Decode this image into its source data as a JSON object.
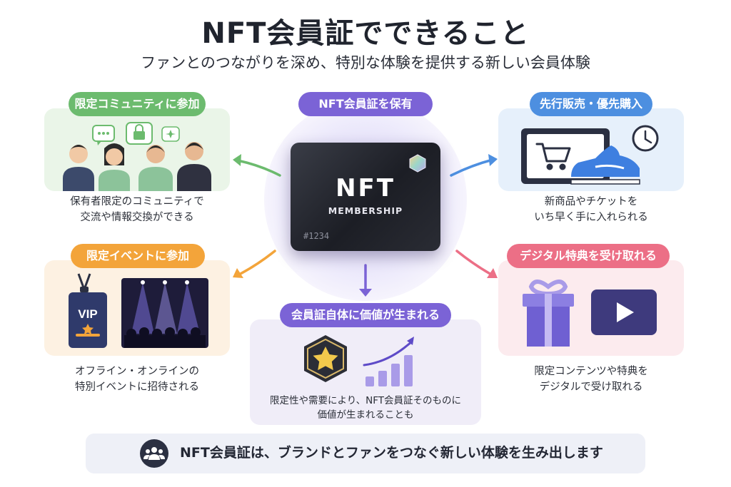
{
  "header": {
    "title": "NFT会員証でできること",
    "subtitle": "ファンとのつながりを深め、特別な体験を提供する新しい会員体験"
  },
  "center": {
    "pill": "NFT会員証を保有",
    "card_title": "NFT",
    "card_subtitle": "MEMBERSHIP",
    "card_number": "#1234"
  },
  "features": {
    "community": {
      "label": "限定コミュニティに参加",
      "desc_line1": "保有者限定のコミュニティで",
      "desc_line2": "交流や情報交換ができる"
    },
    "presale": {
      "label": "先行販売・優先購入",
      "desc_line1": "新商品やチケットを",
      "desc_line2": "いち早く手に入れられる"
    },
    "event": {
      "label": "限定イベントに参加",
      "badge_text": "VIP",
      "desc_line1": "オフライン・オンラインの",
      "desc_line2": "特別イベントに招待される"
    },
    "digital": {
      "label": "デジタル特典を受け取れる",
      "desc_line1": "限定コンテンツや特典を",
      "desc_line2": "デジタルで受け取れる"
    },
    "value": {
      "label": "会員証自体に価値が生まれる",
      "desc_line1": "限定性や需要により、NFT会員証そのものに",
      "desc_line2": "価値が生まれることも"
    }
  },
  "footer": {
    "message": "NFT会員証は、ブランドとファンをつなぐ新しい体験を生み出します"
  },
  "colors": {
    "green": "#6cbb6e",
    "purple": "#7b63d6",
    "blue": "#4d8fe0",
    "orange": "#f3a43a",
    "pink": "#ec6f86",
    "dark": "#2b3042"
  }
}
